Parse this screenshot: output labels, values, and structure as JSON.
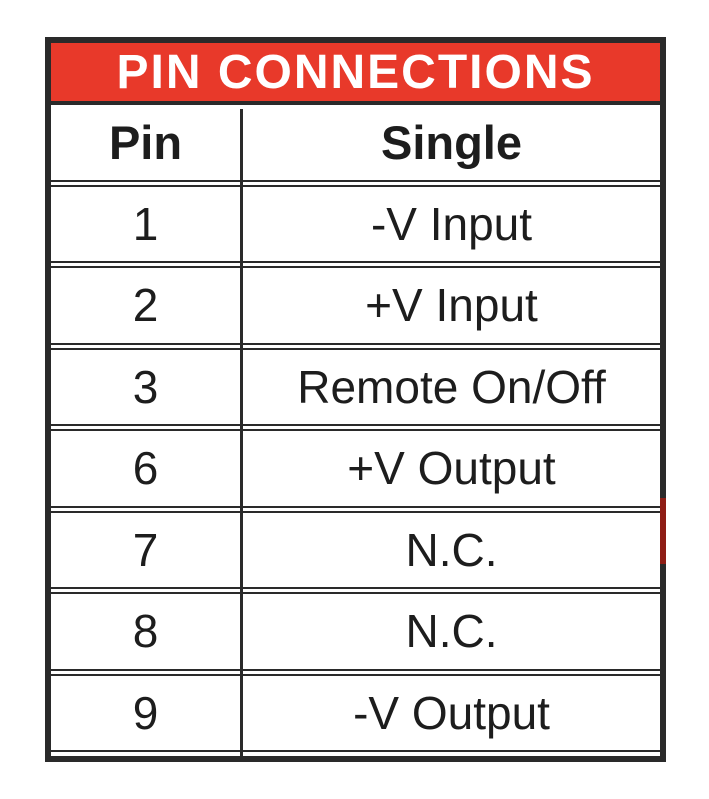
{
  "table": {
    "title": "PIN CONNECTIONS",
    "columns": [
      {
        "label": "Pin"
      },
      {
        "label": "Single"
      }
    ],
    "rows": [
      {
        "pin": "1",
        "single": "-V Input"
      },
      {
        "pin": "2",
        "single": "+V Input"
      },
      {
        "pin": "3",
        "single": "Remote On/Off"
      },
      {
        "pin": "6",
        "single": "+V Output"
      },
      {
        "pin": "7",
        "single": "N.C."
      },
      {
        "pin": "8",
        "single": "N.C."
      },
      {
        "pin": "9",
        "single": "-V Output"
      }
    ],
    "colors": {
      "header_bg": "#e8392a",
      "header_text": "#ffffff",
      "border": "#2a2a2a",
      "text": "#1d1d1d",
      "background": "#ffffff",
      "scan_artifact": "#8e1d15"
    }
  }
}
